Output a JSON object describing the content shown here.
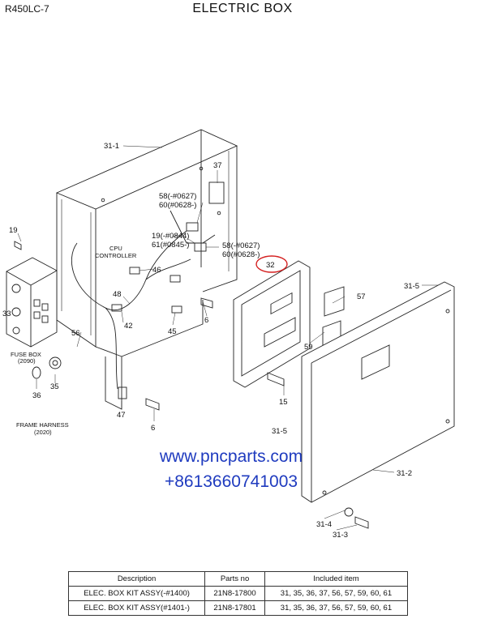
{
  "header": {
    "model": "R450LC-7",
    "title": "ELECTRIC BOX"
  },
  "callouts": {
    "c31_1": "31-1",
    "c37": "37",
    "c58a": "58(-#0627)",
    "c60a": "60(#0628-)",
    "c19_top": "19(-#0844)",
    "c61": "61(#0845-)",
    "c58b": "58(-#0627)",
    "c60b": "60(#0628-)",
    "c32": "32",
    "c31_5a": "31-5",
    "c19": "19",
    "cpu": "CPU",
    "controller": "CONTROLLER",
    "c46": "46",
    "c48": "48",
    "c33": "33",
    "c42": "42",
    "c6a": "6",
    "c45": "45",
    "c57": "57",
    "c56": "56",
    "c59": "59",
    "fuse1": "FUSE BOX",
    "fuse2": "(2090)",
    "c35": "35",
    "c36": "36",
    "c15": "15",
    "c47": "47",
    "frame1": "FRAME HARNESS",
    "frame2": "(2020)",
    "c6b": "6",
    "c31_5b": "31-5",
    "c31_2": "31-2",
    "c31_4": "31-4",
    "c31_3": "31-3"
  },
  "watermark": {
    "url": "www.pncparts.com",
    "phone": "+8613660741003"
  },
  "table": {
    "headers": [
      "Description",
      "Parts no",
      "Included item"
    ],
    "rows": [
      [
        "ELEC. BOX KIT ASSY(-#1400)",
        "21N8-17800",
        "31, 35, 36, 37, 56, 57, 59, 60, 61"
      ],
      [
        "ELEC. BOX KIT ASSY(#1401-)",
        "21N8-17801",
        "31, 35, 36, 37, 56, 57, 59, 60, 61"
      ]
    ]
  },
  "colors": {
    "highlight": "#d42020",
    "watermark": "#1f3bbf"
  }
}
